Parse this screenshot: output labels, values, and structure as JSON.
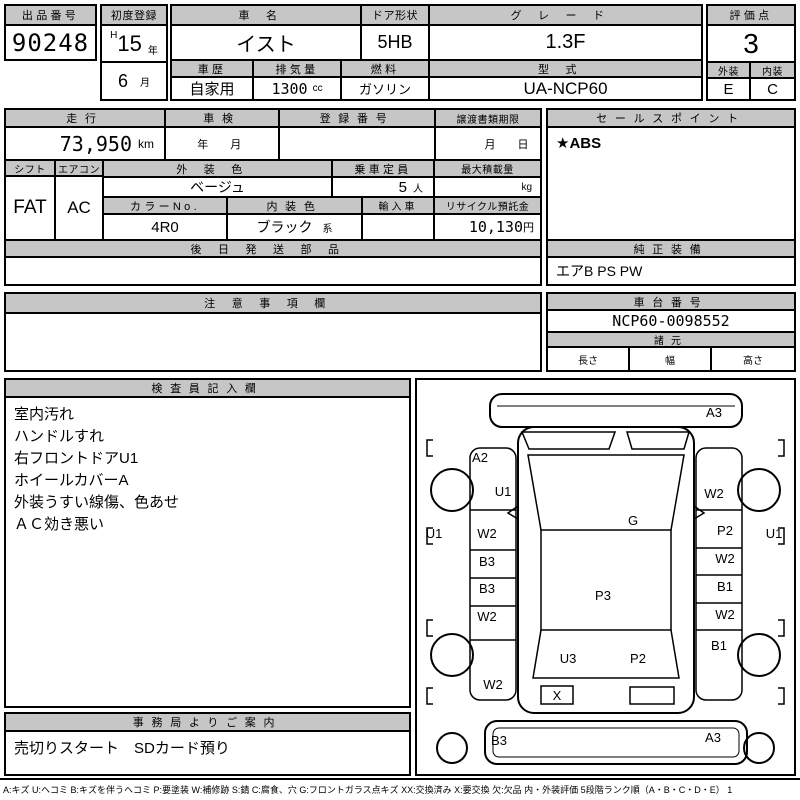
{
  "top": {
    "lot": {
      "label": "出品番号",
      "value": "90248"
    },
    "first_registration": {
      "label": "初度登録",
      "era": "H",
      "year": "15",
      "year_unit": "年",
      "month": "6",
      "month_unit": "月"
    },
    "name": {
      "label": "車名",
      "value": "イスト"
    },
    "door": {
      "label": "ドア形状",
      "value": "5HB"
    },
    "grade": {
      "label": "グレード",
      "value": "1.3F"
    },
    "score": {
      "label": "評価点",
      "value": "3"
    },
    "exterior": {
      "label": "外装",
      "value": "E"
    },
    "interior": {
      "label": "内装",
      "value": "C"
    },
    "history": {
      "label": "車歴",
      "value": "自家用"
    },
    "displacement": {
      "label": "排気量",
      "value": "1300",
      "unit": "cc"
    },
    "fuel": {
      "label": "燃料",
      "value": "ガソリン"
    },
    "model": {
      "label": "型式",
      "value": "UA-NCP60"
    }
  },
  "main": {
    "mileage": {
      "label": "走行",
      "value": "73,950",
      "unit": "km"
    },
    "inspection_due": {
      "label": "車検",
      "placeholder": "年　月"
    },
    "registration_no": {
      "label": "登録番号"
    },
    "transfer_deadline": {
      "label": "譲渡書類期限",
      "placeholder": "月　日"
    },
    "sales_point": {
      "label": "セールスポイント",
      "value": "★ABS"
    },
    "shift": {
      "label": "シフト",
      "value": "FAT"
    },
    "aircon": {
      "label": "エアコン",
      "value": "AC"
    },
    "exterior_color": {
      "label": "外装色",
      "value": "ベージュ"
    },
    "capacity": {
      "label": "乗車定員",
      "value": "5",
      "unit": "人"
    },
    "max_load": {
      "label": "最大積載量",
      "unit": "kg"
    },
    "color_no": {
      "label": "カラーNo.",
      "value": "4R0"
    },
    "interior_color": {
      "label": "内装色",
      "value": "ブラック",
      "unit": "系"
    },
    "imported": {
      "label": "輸入車"
    },
    "recycle_deposit": {
      "label": "リサイクル預託金",
      "value": "10,130",
      "unit": "円"
    },
    "later_parts": {
      "label": "後日発送部品"
    },
    "genuine_equipment": {
      "label": "純正装備",
      "value": "エアB PS PW"
    }
  },
  "notice": {
    "label": "注意事項欄"
  },
  "chassis": {
    "label": "車台番号",
    "value": "NCP60-0098552"
  },
  "specs": {
    "label": "諸元",
    "length": "長さ",
    "width": "幅",
    "height": "高さ"
  },
  "inspector": {
    "label": "検査員記入欄",
    "lines": [
      "室内汚れ",
      "ハンドルすれ",
      "右フロントドアU1",
      "ホイールカバーA",
      "外装うすい線傷、色あせ",
      "ＡＣ効き悪い"
    ]
  },
  "office": {
    "label": "事務局よりご案内",
    "value": "売切りスタート　SDカード預り"
  },
  "diagram": {
    "front_bumper": "A3",
    "left_fender_top": "A2",
    "left_fender": "U1",
    "right_fender": "W2",
    "left_side_outer": "U1",
    "right_side_outer": "U1",
    "windshield": "G",
    "left_door_1": "W2",
    "left_door_2": "B3",
    "left_door_3": "B3",
    "left_door_4": "W2",
    "right_door_1": "P2",
    "right_door_2": "W2",
    "right_door_3": "B1",
    "right_door_4": "W2",
    "right_quarter": "B1",
    "roof": "P3",
    "rear_window_left": "U3",
    "rear_window_right": "P2",
    "left_quarter": "W2",
    "trunk": "X",
    "rear_bumper_left": "B3",
    "rear_bumper_right": "A3"
  },
  "footer": {
    "legend": "A:キズ U:ヘコミ B:キズを伴うヘコミ P:要塗装 W:補修跡 S:錆 C:腐食、穴 G:フロントガラス点キズ XX:交換済み X:要交換 欠:欠品 内・外装評価 5段階ランク順（A・B・C・D・E） 1"
  }
}
